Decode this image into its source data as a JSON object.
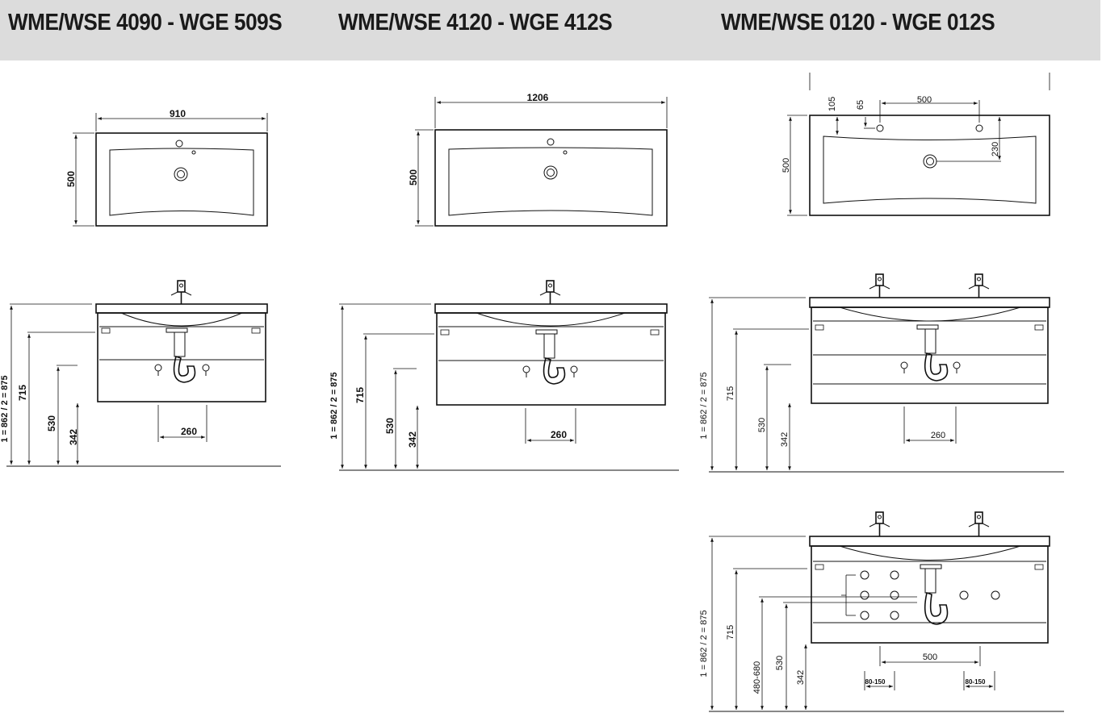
{
  "headers": [
    {
      "title": "WME/WSE 4090 - WGE 509S"
    },
    {
      "title": "WME/WSE 4120 - WGE 412S"
    },
    {
      "title": "WME/WSE 0120 - WGE 012S"
    }
  ],
  "col1": {
    "width": "910",
    "depth": "500",
    "total_height": "1 = 862 / 2 = 875",
    "h715": "715",
    "h530": "530",
    "h342": "342",
    "outlet": "260"
  },
  "col2": {
    "width": "1206",
    "depth": "500",
    "total_height": "1 = 862 / 2 = 875",
    "h715": "715",
    "h530": "530",
    "h342": "342",
    "outlet": "260"
  },
  "col3": {
    "tap_spacing": "500",
    "d105": "105",
    "d65": "65",
    "d230": "230",
    "depth": "500",
    "total_height": "1 = 862 / 2 = 875",
    "h715": "715",
    "h530": "530",
    "h342": "342",
    "outlet": "260"
  },
  "col3b": {
    "total_height": "1 = 862 / 2 = 875",
    "h715": "715",
    "h480": "480-680",
    "h530": "530",
    "h342": "342",
    "tap_spacing": "500",
    "offset_left": "80-150",
    "offset_right": "80-150"
  }
}
